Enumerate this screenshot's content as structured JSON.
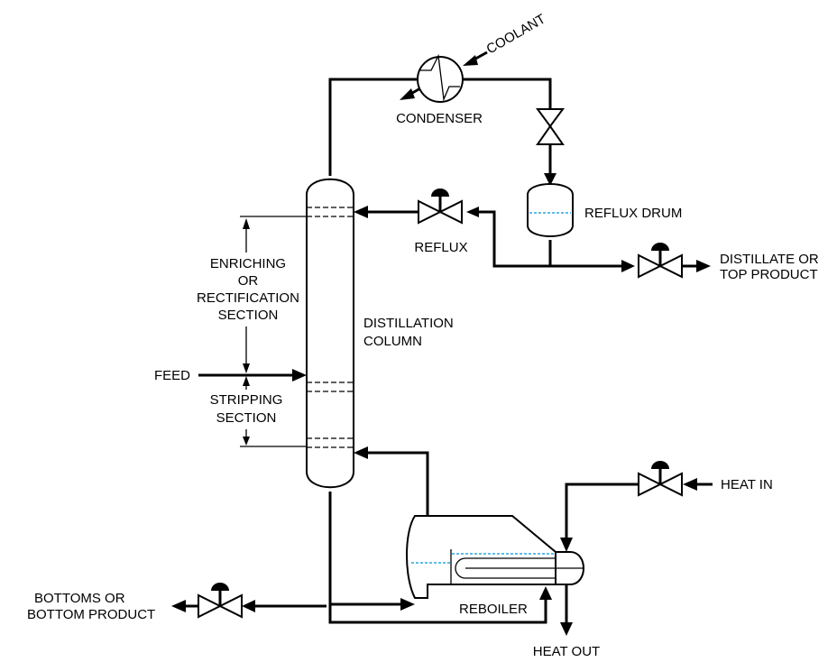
{
  "labels": {
    "coolant": "COOLANT",
    "condenser": "CONDENSER",
    "reflux_drum": "REFLUX DRUM",
    "reflux": "REFLUX",
    "distillate_line1": "DISTILLATE OR",
    "distillate_line2": "TOP PRODUCT",
    "enriching_line1": "ENRICHING",
    "enriching_line2": "OR",
    "enriching_line3": "RECTIFICATION",
    "enriching_line4": "SECTION",
    "column_line1": "DISTILLATION",
    "column_line2": "COLUMN",
    "feed": "FEED",
    "stripping_line1": "STRIPPING",
    "stripping_line2": "SECTION",
    "heat_in": "HEAT IN",
    "bottoms_line1": "BOTTOMS OR",
    "bottoms_line2": "BOTTOM PRODUCT",
    "reboiler": "REBOILER",
    "heat_out": "HEAT OUT"
  },
  "colors": {
    "line": "#000000",
    "liquid_level": "#2aa6e0",
    "background": "#ffffff"
  }
}
